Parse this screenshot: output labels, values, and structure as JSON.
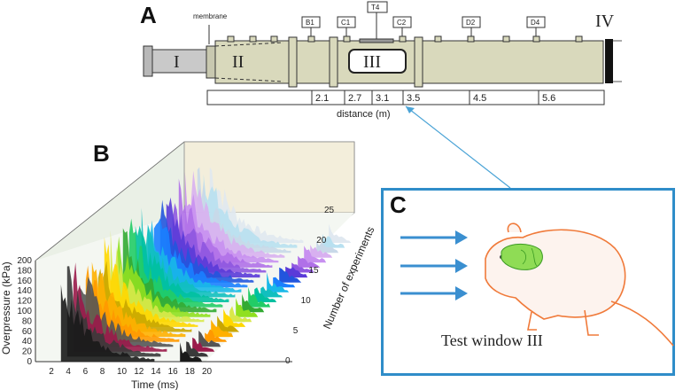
{
  "panels": {
    "a": "A",
    "b": "B",
    "c": "C"
  },
  "tube": {
    "membrane_label": "membrane",
    "sections": [
      "I",
      "II",
      "III",
      "IV"
    ],
    "sensors": [
      "B1",
      "C1",
      "T4",
      "C2",
      "D2",
      "D4"
    ],
    "distances": [
      "2.1",
      "2.7",
      "3.1",
      "3.5",
      "4.5",
      "5.6"
    ],
    "distance_label": "distance (m)"
  },
  "chart_data": {
    "type": "area",
    "xlabel": "Time (ms)",
    "ylabel": "Overpressure (kPa)",
    "zlabel": "Number of experiments",
    "x_ticks": [
      "2",
      "4",
      "6",
      "8",
      "10",
      "12",
      "14",
      "16",
      "18",
      "20"
    ],
    "y_ticks": [
      "0",
      "20",
      "40",
      "60",
      "80",
      "100",
      "120",
      "140",
      "160",
      "180",
      "200"
    ],
    "z_ticks": [
      "0",
      "5",
      "10",
      "15",
      "20",
      "25"
    ],
    "xlim": [
      0,
      20
    ],
    "ylim": [
      0,
      200
    ],
    "zlim": [
      0,
      25
    ],
    "n_series": 25,
    "colors": [
      "#1a1a1a",
      "#3a3a3a",
      "#9a1a4a",
      "#555555",
      "#ff9900",
      "#ffb000",
      "#c9a600",
      "#ffd700",
      "#d8e84a",
      "#90e020",
      "#33aa33",
      "#22cc66",
      "#00c0a0",
      "#11bfbf",
      "#18b8e8",
      "#1a7fff",
      "#2255dd",
      "#5a3ad8",
      "#8e57e0",
      "#b070e8",
      "#c890f0",
      "#d8b0f0",
      "#c8d8e8",
      "#b8e0f0",
      "#e0e8f0"
    ]
  },
  "caption": "Test window III",
  "colors": {
    "accent": "#2f8dc9",
    "rat": "#f07a3a",
    "brain": "#66cc44",
    "tube": "#d9d9bc"
  }
}
